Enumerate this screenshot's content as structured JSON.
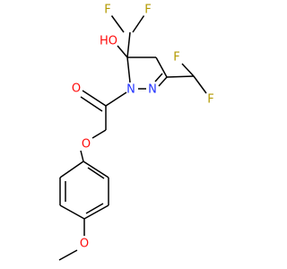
{
  "colors": {
    "bond": "#000000",
    "carbon": "#000000",
    "oxygen": "#ff0d0d",
    "nitrogen": "#2233ff",
    "fluorine": "#b39900",
    "background": "#ffffff"
  },
  "atoms": {
    "F_top_left": "F",
    "F_top_right": "F",
    "OH_left": "HO",
    "F_mid_left": "F",
    "F_mid_right": "F",
    "N1": "N",
    "N2": "N",
    "O_carbonyl": "O",
    "O_ether": "O",
    "O_methoxy": "O"
  }
}
